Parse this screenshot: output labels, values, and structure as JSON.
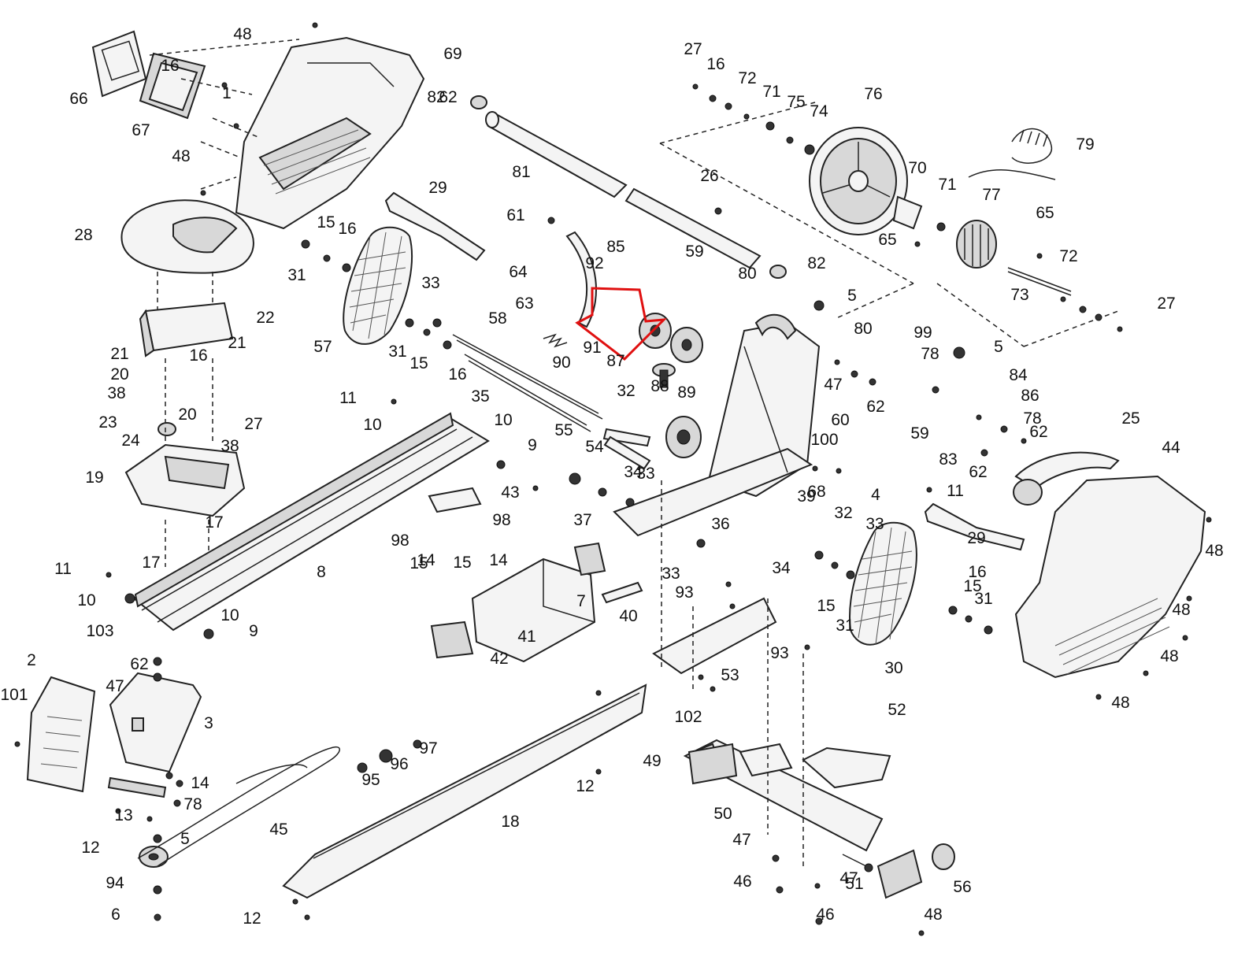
{
  "colors": {
    "ink": "#222222",
    "highlight_arrow": "#e01010",
    "background": "#ffffff"
  },
  "callouts": [
    "1",
    "2",
    "3",
    "4",
    "5",
    "5",
    "5",
    "6",
    "7",
    "8",
    "9",
    "9",
    "10",
    "10",
    "10",
    "10",
    "11",
    "11",
    "11",
    "12",
    "12",
    "12",
    "13",
    "14",
    "14",
    "14",
    "15",
    "15",
    "15",
    "15",
    "15",
    "15",
    "16",
    "16",
    "16",
    "16",
    "16",
    "16",
    "17",
    "17",
    "18",
    "19",
    "20",
    "20",
    "21",
    "21",
    "22",
    "23",
    "24",
    "25",
    "26",
    "27",
    "27",
    "27",
    "28",
    "29",
    "29",
    "30",
    "31",
    "31",
    "31",
    "31",
    "32",
    "32",
    "33",
    "33",
    "33",
    "33",
    "34",
    "34",
    "35",
    "36",
    "37",
    "38",
    "38",
    "39",
    "40",
    "41",
    "42",
    "43",
    "44",
    "45",
    "46",
    "46",
    "47",
    "47",
    "47",
    "47",
    "48",
    "48",
    "48",
    "48",
    "48",
    "48",
    "48",
    "49",
    "50",
    "51",
    "52",
    "53",
    "54",
    "55",
    "56",
    "57",
    "58",
    "59",
    "59",
    "60",
    "61",
    "62",
    "62",
    "62",
    "62",
    "62",
    "63",
    "64",
    "65",
    "65",
    "66",
    "67",
    "68",
    "69",
    "70",
    "71",
    "71",
    "72",
    "72",
    "73",
    "74",
    "75",
    "76",
    "77",
    "78",
    "78",
    "78",
    "79",
    "80",
    "80",
    "81",
    "82",
    "82",
    "83",
    "84",
    "85",
    "86",
    "87",
    "88",
    "89",
    "90",
    "91",
    "92",
    "93",
    "93",
    "94",
    "95",
    "96",
    "97",
    "98",
    "98",
    "99",
    "100",
    "101",
    "102",
    "103"
  ],
  "highlight": {
    "part_number": "92",
    "icon": "down-arrow-outline-icon"
  }
}
